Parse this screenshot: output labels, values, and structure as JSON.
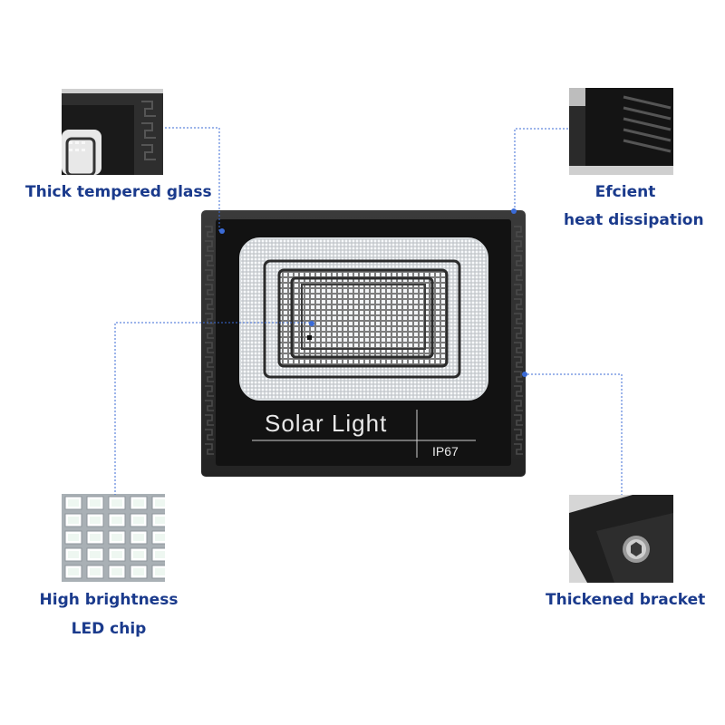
{
  "product": {
    "brand_text": "Solar Light",
    "rating_text": "IP67"
  },
  "features": {
    "glass": "Thick tempered glass",
    "heat_line1": "Efcient",
    "heat_line2": "heat dissipation",
    "brightness_line1": "High brightness",
    "brightness_line2": "LED chip",
    "bracket": "Thickened bracket"
  },
  "colors": {
    "label_text": "#1a3a8c",
    "callout_line": "#3b6bd6",
    "housing": "#2b2b2b",
    "led_panel": "#f0f3f5"
  }
}
